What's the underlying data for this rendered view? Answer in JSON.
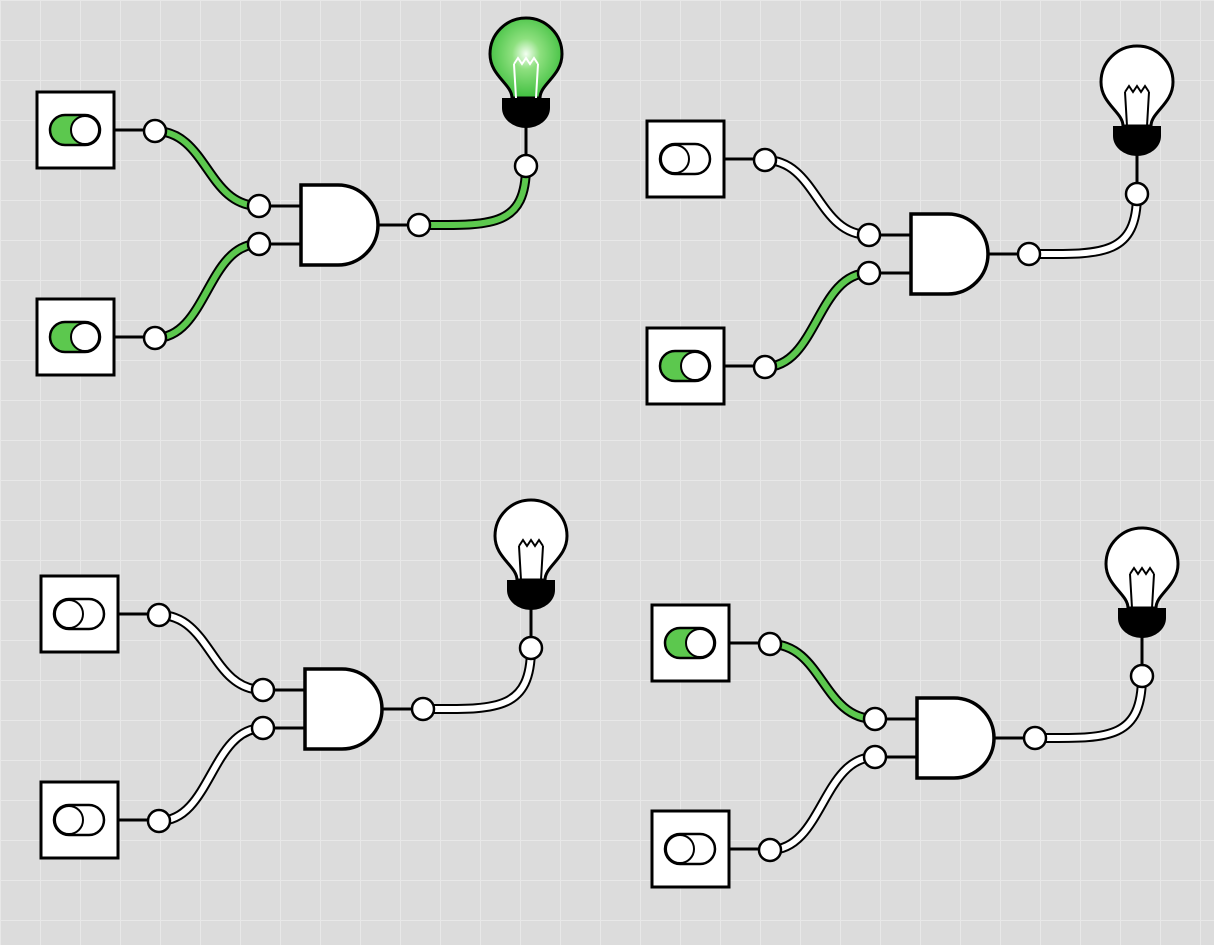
{
  "colors": {
    "background": "#dcdcdc",
    "grid": "#e8e8e8",
    "on": "#5cc84e",
    "off": "#ffffff",
    "stroke": "#000000",
    "bulb_lit": "#3fbf3f"
  },
  "circuits": [
    {
      "gate": "AND",
      "inputs": [
        true,
        true
      ],
      "output": true
    },
    {
      "gate": "AND",
      "inputs": [
        false,
        true
      ],
      "output": false
    },
    {
      "gate": "AND",
      "inputs": [
        false,
        false
      ],
      "output": false
    },
    {
      "gate": "AND",
      "inputs": [
        true,
        false
      ],
      "output": false
    }
  ]
}
